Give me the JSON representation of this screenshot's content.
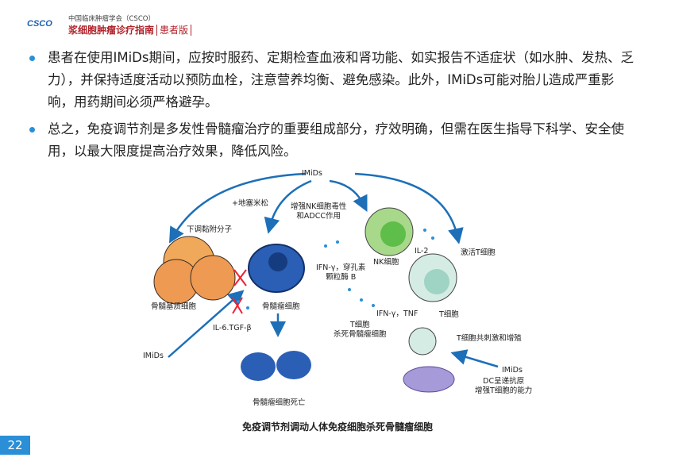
{
  "header": {
    "logo": "CSCO",
    "org": "中国临床肿瘤学会（CSCO）",
    "title": "浆细胞肿瘤诊疗指南",
    "edition": "患者版"
  },
  "paragraphs": [
    "患者在使用IMiDs期间，应按时服药、定期检查血液和肾功能、如实报告不适症状（如水肿、发热、乏力），并保持适度活动以预防血栓，注意营养均衡、避免感染。此外，IMiDs可能对胎儿造成严重影响，用药期间必须严格避孕。",
    "总之，免疫调节剂是多发性骨髓瘤治疗的重要组成部分，疗效明确，但需在医生指导下科学、安全使用，以最大限度提高治疗效果，降低风险。"
  ],
  "figure": {
    "labels": {
      "imids_top": "IMiDs",
      "dex": "+地塞米松",
      "nk_enhance": "增强NK细胞毒性\n和ADCC作用",
      "down_adhesion": "下调黏附分子",
      "il2": "IL-2",
      "activate_t": "激活T细胞",
      "nk_cell": "NK细胞",
      "ifn_perforin": "IFN-γ，穿孔素\n颗粒酶 B",
      "stromal": "骨髓基质细胞",
      "myeloma": "骨髓瘤细胞",
      "il6": "IL-6.TGF-β",
      "ifn_tnf": "IFN-γ，TNF",
      "t_cell": "T细胞",
      "t_kill": "T细胞\n杀死骨髓瘤细胞",
      "imids_left": "IMiDs",
      "t_costim": "T细胞共刺激和增殖",
      "imids_dc": "IMiDs",
      "dc": "DC呈递抗原\n增强T细胞的能力",
      "death": "骨髓瘤细胞死亡"
    },
    "caption": "免疫调节剂调动人体免疫细胞杀死骨髓瘤细胞"
  },
  "page_number": "22"
}
